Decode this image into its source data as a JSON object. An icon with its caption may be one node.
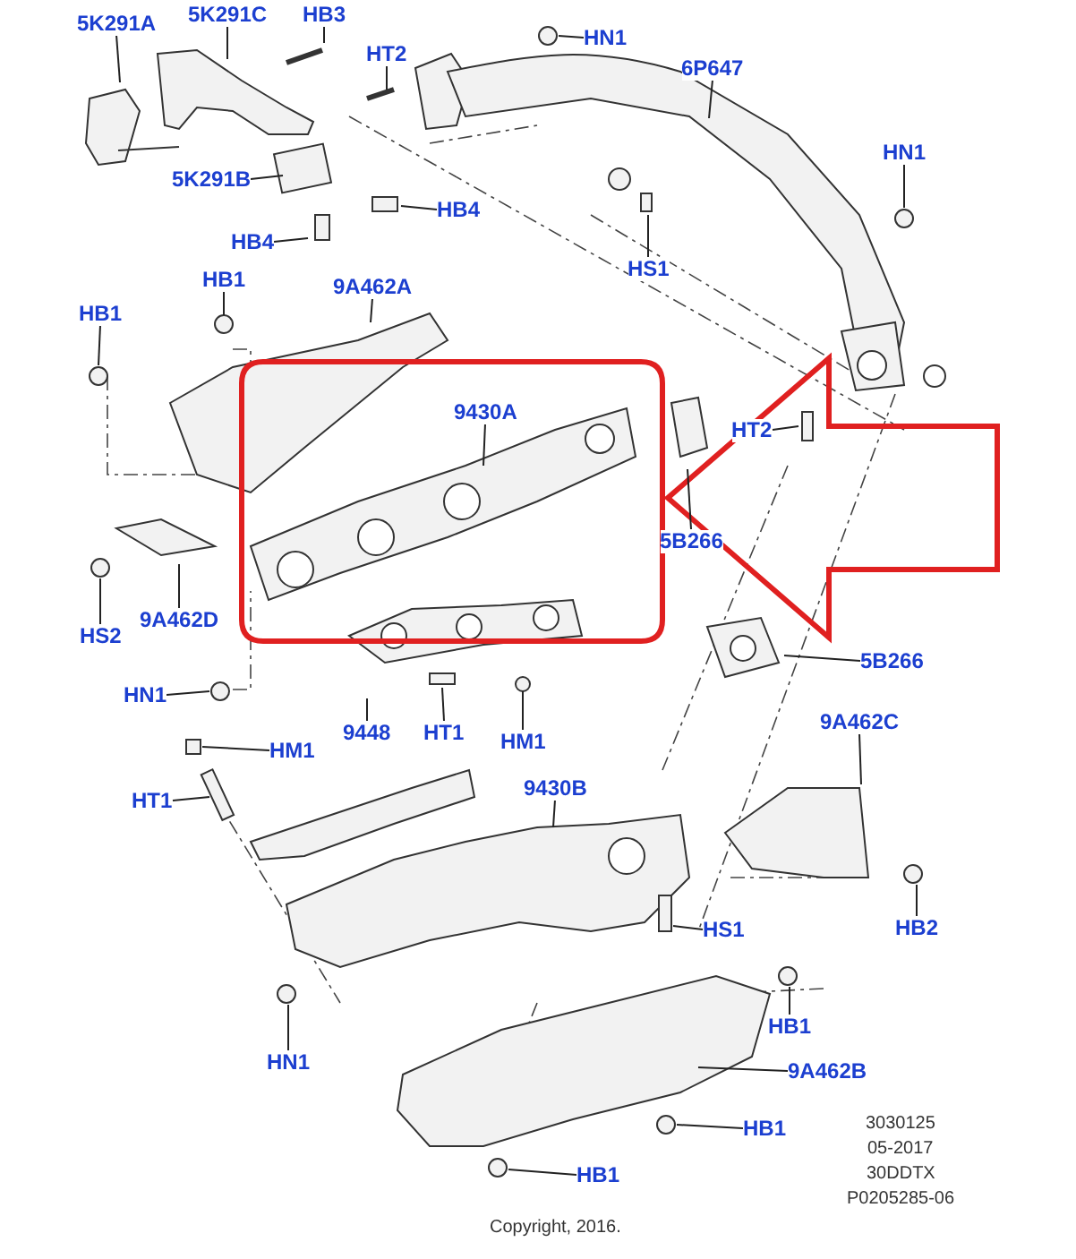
{
  "diagram": {
    "nodes": [
      {
        "text": [
          "5K291A"
        ]
      },
      {
        "text": [
          "5K291C"
        ]
      },
      {
        "text": [
          "HB3"
        ]
      },
      {
        "text": [
          "HT2"
        ]
      },
      {
        "text": [
          "HN1"
        ]
      },
      {
        "text": [
          "6P647"
        ]
      },
      {
        "text": [
          "5K291B"
        ]
      },
      {
        "text": [
          "HB4"
        ]
      },
      {
        "text": [
          "HB4"
        ]
      },
      {
        "text": [
          "HS1"
        ]
      },
      {
        "text": [
          "HN1"
        ]
      },
      {
        "text": [
          "HB1"
        ]
      },
      {
        "text": [
          "9A462A"
        ]
      },
      {
        "text": [
          "HB1"
        ]
      },
      {
        "text": [
          "9430A"
        ]
      },
      {
        "text": [
          "HT2"
        ]
      },
      {
        "text": [
          "5B266"
        ]
      },
      {
        "text": [
          "HS2"
        ]
      },
      {
        "text": [
          "9A462D"
        ]
      },
      {
        "text": [
          "HN1"
        ]
      },
      {
        "text": [
          "5B266"
        ]
      },
      {
        "text": [
          "9448"
        ]
      },
      {
        "text": [
          "HT1"
        ]
      },
      {
        "text": [
          "HM1"
        ]
      },
      {
        "text": [
          "HM1"
        ]
      },
      {
        "text": [
          "9A462C"
        ]
      },
      {
        "text": [
          "HT1"
        ]
      },
      {
        "text": [
          "9430B"
        ]
      },
      {
        "text": [
          "HS1"
        ]
      },
      {
        "text": [
          "HB2"
        ]
      },
      {
        "text": [
          "HB1"
        ]
      },
      {
        "text": [
          "HN1"
        ]
      },
      {
        "text": [
          "9A462B"
        ]
      },
      {
        "text": [
          "HB1"
        ]
      },
      {
        "text": [
          "HB1"
        ]
      }
    ],
    "edges": [
      {
        "from": 0,
        "to": null,
        "arrow": "none"
      },
      {
        "from": 1,
        "to": null,
        "arrow": "none"
      },
      {
        "from": 2,
        "to": null,
        "arrow": "none"
      },
      {
        "from": 3,
        "to": null,
        "arrow": "none"
      },
      {
        "from": 4,
        "to": null,
        "arrow": "none"
      },
      {
        "from": 5,
        "to": null,
        "arrow": "none"
      },
      {
        "from": 6,
        "to": null,
        "arrow": "none"
      },
      {
        "from": 7,
        "to": null,
        "arrow": "none"
      },
      {
        "from": 8,
        "to": null,
        "arrow": "none"
      },
      {
        "from": 9,
        "to": null,
        "arrow": "none"
      },
      {
        "from": 10,
        "to": null,
        "arrow": "none"
      },
      {
        "from": 11,
        "to": null,
        "arrow": "none"
      },
      {
        "from": 12,
        "to": null,
        "arrow": "none"
      },
      {
        "from": 13,
        "to": null,
        "arrow": "none"
      },
      {
        "from": 14,
        "to": null,
        "arrow": "none"
      },
      {
        "from": 15,
        "to": null,
        "arrow": "none"
      },
      {
        "from": 16,
        "to": null,
        "arrow": "none"
      },
      {
        "from": 17,
        "to": null,
        "arrow": "none"
      },
      {
        "from": 18,
        "to": null,
        "arrow": "none"
      },
      {
        "from": 19,
        "to": null,
        "arrow": "none"
      },
      {
        "from": 20,
        "to": null,
        "arrow": "none"
      },
      {
        "from": 21,
        "to": null,
        "arrow": "none"
      },
      {
        "from": 22,
        "to": null,
        "arrow": "none"
      },
      {
        "from": 23,
        "to": null,
        "arrow": "none"
      },
      {
        "from": 24,
        "to": null,
        "arrow": "none"
      },
      {
        "from": 25,
        "to": null,
        "arrow": "none"
      },
      {
        "from": 26,
        "to": null,
        "arrow": "none"
      },
      {
        "from": 27,
        "to": null,
        "arrow": "none"
      },
      {
        "from": 28,
        "to": null,
        "arrow": "none"
      },
      {
        "from": 29,
        "to": null,
        "arrow": "none"
      },
      {
        "from": 30,
        "to": null,
        "arrow": "none"
      },
      {
        "from": 31,
        "to": null,
        "arrow": "none"
      },
      {
        "from": 32,
        "to": null,
        "arrow": "none"
      },
      {
        "from": 33,
        "to": null,
        "arrow": "none"
      },
      {
        "from": 34,
        "to": null,
        "arrow": "none"
      }
    ],
    "labels": [
      "3030125",
      "05-2017",
      "30DDTX",
      "P0205285-06",
      "Copyright, 2016."
    ]
  }
}
